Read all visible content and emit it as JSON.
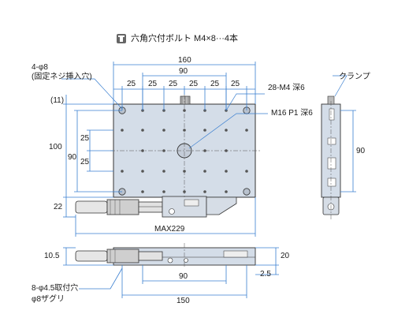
{
  "header": {
    "screw_note": "六角穴付ボルト M4×8···4本"
  },
  "callouts": {
    "hole_4": "4-φ8",
    "hole_4_sub": "(固定ネジ挿入穴)",
    "clamp": "クランプ",
    "tap_28": "28-M4 深6",
    "center_tap": "M16 P1 深6",
    "hole_8": "8-φ4.5取付穴",
    "hole_8_sub": "φ8ザグリ"
  },
  "top_view": {
    "width_160": "160",
    "width_90": "90",
    "pitch_labels": [
      "25",
      "25",
      "25",
      "25",
      "25",
      "25"
    ],
    "height_100": "100",
    "height_90": "90",
    "height_25a": "25",
    "height_25b": "25",
    "offset_11": "(11)",
    "height_22": "22",
    "max_229": "MAX229"
  },
  "side_view": {
    "height_90": "90"
  },
  "front_view": {
    "height_10_5": "10.5",
    "height_20": "20",
    "height_2_5": "2.5",
    "width_90": "90",
    "width_150": "150"
  }
}
